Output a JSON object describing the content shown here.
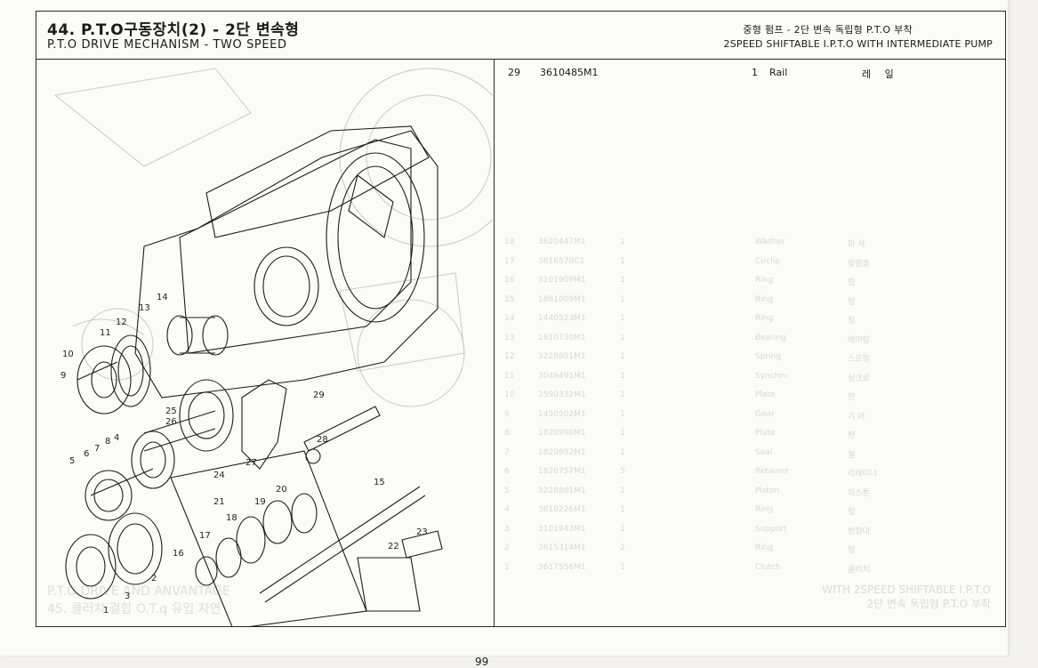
{
  "header": {
    "title_ko": "44. P.T.O구동장치(2) - 2단 변속형",
    "title_en": "P.T.O DRIVE MECHANISM - TWO SPEED",
    "subtitle_ko": "중형 펌프 - 2단 변속 독립형 P.T.O 부착",
    "subtitle_en": "2SPEED SHIFTABLE I.P.T.O WITH INTERMEDIATE PUMP"
  },
  "page_number": "99",
  "drawing": {
    "callouts": [
      "1",
      "2",
      "3",
      "4",
      "5",
      "6",
      "7",
      "8",
      "9",
      "10",
      "11",
      "12",
      "13",
      "14",
      "15",
      "16",
      "17",
      "18",
      "19",
      "20",
      "21",
      "22",
      "23",
      "24",
      "25",
      "26",
      "27",
      "28",
      "29"
    ]
  },
  "parts": [
    {
      "no": "29",
      "code": "3610485M1",
      "qty": "1",
      "name": "Rail",
      "name_ko": "레 일"
    }
  ],
  "ghost_parts": [
    {
      "no": "18",
      "code": "3620447M1",
      "qty": "1",
      "name": "Washer",
      "ko": "와 셔"
    },
    {
      "no": "17",
      "code": "3616570C1",
      "qty": "1",
      "name": "Circlip",
      "ko": "링멈춤"
    },
    {
      "no": "16",
      "code": "3101909M1",
      "qty": "1",
      "name": "Ring",
      "ko": "링"
    },
    {
      "no": "15",
      "code": "1861009M1",
      "qty": "1",
      "name": "Ring",
      "ko": "링"
    },
    {
      "no": "14",
      "code": "1440523M1",
      "qty": "1",
      "name": "Ring",
      "ko": "링"
    },
    {
      "no": "13",
      "code": "1610730M1",
      "qty": "1",
      "name": "Bearing",
      "ko": "베어링"
    },
    {
      "no": "12",
      "code": "3228801M1",
      "qty": "1",
      "name": "Spring",
      "ko": "스프링"
    },
    {
      "no": "11",
      "code": "3049491M1",
      "qty": "1",
      "name": "Synchro",
      "ko": "싱크로"
    },
    {
      "no": "10",
      "code": "3590332M1",
      "qty": "1",
      "name": "Plate",
      "ko": "판"
    },
    {
      "no": "9",
      "code": "1450502M1",
      "qty": "1",
      "name": "Gear",
      "ko": "기 어"
    },
    {
      "no": "8",
      "code": "1820990M1",
      "qty": "1",
      "name": "Plate",
      "ko": "판"
    },
    {
      "no": "7",
      "code": "1820892M1",
      "qty": "1",
      "name": "Seal",
      "ko": "씰"
    },
    {
      "no": "6",
      "code": "1820757M1",
      "qty": "5",
      "name": "Retainer",
      "ko": "리테이너"
    },
    {
      "no": "5",
      "code": "3228801M1",
      "qty": "1",
      "name": "Piston",
      "ko": "피스톤"
    },
    {
      "no": "4",
      "code": "3610226M1",
      "qty": "1",
      "name": "Ring",
      "ko": "링"
    },
    {
      "no": "3",
      "code": "3101943M1",
      "qty": "1",
      "name": "Support",
      "ko": "받침대"
    },
    {
      "no": "2",
      "code": "3615314M1",
      "qty": "2",
      "name": "Ring",
      "ko": "링"
    },
    {
      "no": "1",
      "code": "3617556M1",
      "qty": "1",
      "name": "Clutch",
      "ko": "클러치"
    }
  ],
  "ghost_footer": {
    "left_line1": "P.T.O DRIVE AND ANVANTAGE",
    "left_line2": "45. 클러치 결합 O.T.q 유입 자연",
    "right_line1": "WITH 2SPEED SHIFTABLE I.P.T.O",
    "right_line2": "2단 변속 독립형 P.T.O 부착"
  },
  "colors": {
    "ink": "#1a1a1a",
    "paper": "#fbfbf8",
    "ghost": "#7a7a7a"
  }
}
